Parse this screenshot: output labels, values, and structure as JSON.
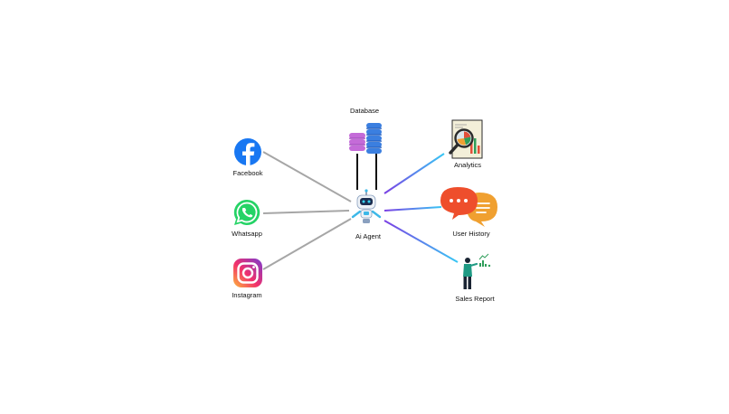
{
  "nodes": {
    "database": {
      "label": "Database",
      "icon": "database-icon"
    },
    "agent": {
      "label": "Ai Agent",
      "icon": "robot-icon"
    },
    "facebook": {
      "label": "Facebook",
      "icon": "facebook-icon",
      "color": "#1877F2"
    },
    "whatsapp": {
      "label": "Whatsapp",
      "icon": "whatsapp-icon",
      "color": "#25D366"
    },
    "instagram": {
      "label": "Instagram",
      "icon": "instagram-icon"
    },
    "analytics": {
      "label": "Analytics",
      "icon": "analytics-report-icon"
    },
    "user_history": {
      "label": "User History",
      "icon": "chat-bubbles-icon"
    },
    "sales_report": {
      "label": "Sales Report",
      "icon": "presenter-chart-icon"
    }
  },
  "colors": {
    "left_edge": "#a6a6a6",
    "database_edge": "#111111",
    "right_edge_start": "#7b3fe4",
    "right_edge_end": "#38c6f4",
    "db_purple": "#c46bd8",
    "db_blue": "#3b7fe0"
  }
}
